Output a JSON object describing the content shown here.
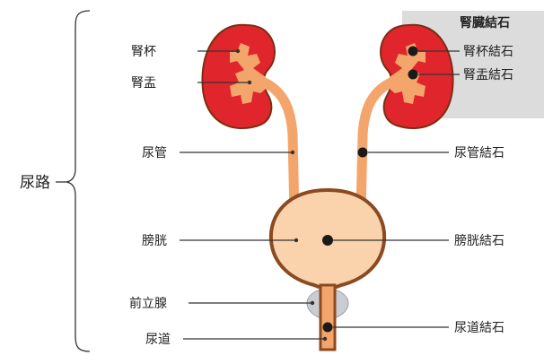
{
  "labels": {
    "urinary_tract": "尿路",
    "calyx": "腎杯",
    "renal_pelvis": "腎盂",
    "ureter": "尿管",
    "bladder": "膀胱",
    "prostate": "前立腺",
    "urethra": "尿道",
    "kidney_stone_heading": "腎臓結石",
    "calyx_stone": "腎杯結石",
    "pelvis_stone": "腎盂結石",
    "ureter_stone": "尿管結石",
    "bladder_stone": "膀胱結石",
    "urethra_stone": "尿道結石"
  },
  "colors": {
    "kidney": "#e0262c",
    "kidney_outline": "#7a2e12",
    "ureter": "#f3a56c",
    "bladder": "#fad3ad",
    "bladder_outline": "#8b4a20",
    "prostate": "#c9cdd3",
    "highlight_panel": "#dcdcdc",
    "stone": "#1a1a1a"
  }
}
